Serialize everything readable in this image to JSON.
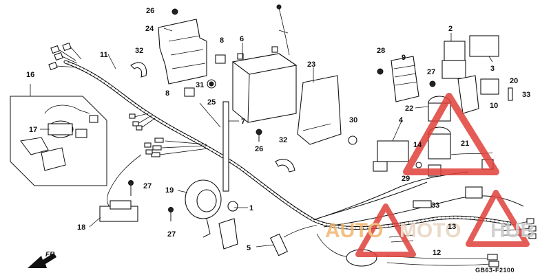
{
  "diagram": {
    "code": "GB63-F2100",
    "direction_label": "FR.",
    "watermark": {
      "parts": [
        "AUTO",
        "MOTO",
        "HUB"
      ],
      "colors": {
        "auto": "#f2b46a",
        "moto": "#e8d4c0",
        "hub": "#c9c9c9",
        "triangle": "#e0403a"
      }
    },
    "labels": [
      "1",
      "2",
      "3",
      "4",
      "5",
      "6",
      "7",
      "8",
      "8",
      "9",
      "10",
      "11",
      "12",
      "13",
      "14",
      "16",
      "17",
      "18",
      "19",
      "20",
      "21",
      "22",
      "23",
      "24",
      "25",
      "26",
      "26",
      "27",
      "27",
      "27",
      "28",
      "29",
      "30",
      "31",
      "32",
      "32",
      "33",
      "33"
    ]
  }
}
